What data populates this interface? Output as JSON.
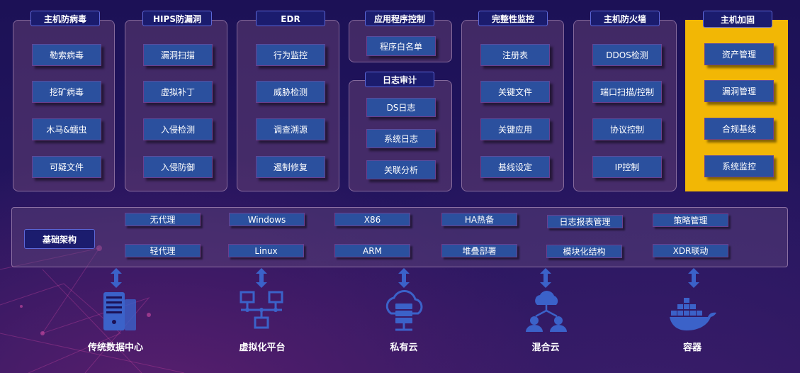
{
  "modules": [
    {
      "title": "主机防病毒",
      "items": [
        "勒索病毒",
        "挖矿病毒",
        "木马&蠕虫",
        "可疑文件"
      ]
    },
    {
      "title": "HIPS防漏洞",
      "items": [
        "漏洞扫描",
        "虚拟补丁",
        "入侵检测",
        "入侵防御"
      ]
    },
    {
      "title": "EDR",
      "items": [
        "行为监控",
        "威胁检测",
        "调查溯源",
        "遏制修复"
      ]
    },
    {
      "title": "应用程序控制",
      "items": [
        "程序白名单"
      ]
    },
    {
      "title": "日志审计",
      "items": [
        "DS日志",
        "系统日志",
        "关联分析"
      ]
    },
    {
      "title": "完整性监控",
      "items": [
        "注册表",
        "关键文件",
        "关键应用",
        "基线设定"
      ]
    },
    {
      "title": "主机防火墙",
      "items": [
        "DDOS检测",
        "端口扫描/控制",
        "协议控制",
        "IP控制"
      ]
    },
    {
      "title": "主机加固",
      "items": [
        "资产管理",
        "漏洞管理",
        "合规基线",
        "系统监控"
      ]
    }
  ],
  "infrastructure": {
    "title": "基础架构",
    "features": [
      [
        "无代理",
        "轻代理"
      ],
      [
        "Windows",
        "Linux"
      ],
      [
        "X86",
        "ARM"
      ],
      [
        "HA热备",
        "堆叠部署"
      ],
      [
        "日志报表管理",
        "模块化结构"
      ],
      [
        "策略管理",
        "XDR联动"
      ]
    ]
  },
  "deployments": [
    {
      "label": "传统数据中心",
      "icon": "server-tower-icon"
    },
    {
      "label": "虚拟化平台",
      "icon": "network-topology-icon"
    },
    {
      "label": "私有云",
      "icon": "cloud-server-icon"
    },
    {
      "label": "混合云",
      "icon": "cloud-users-icon"
    },
    {
      "label": "容器",
      "icon": "docker-whale-icon"
    }
  ],
  "colors": {
    "background": "#1f135a",
    "item_fill": "#2b509e",
    "title_fill": "#1b1c6e",
    "highlight": "#f2b705",
    "icon": "#3b62c9"
  }
}
